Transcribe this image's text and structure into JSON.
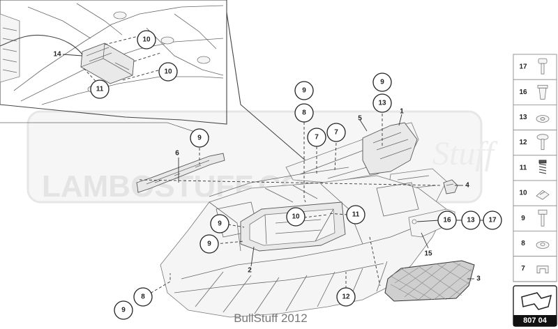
{
  "callouts": {
    "c10_inset_top": "10",
    "c14_inset": "14",
    "c10_inset_bottom": "10",
    "c11_inset": "11",
    "c9_left_upper": "9",
    "c6": "6",
    "c9_mid_left": "9",
    "c8_mid": "8",
    "c7_a": "7",
    "c7_b": "7",
    "c9_right": "9",
    "c13_right": "13",
    "c5": "5",
    "c1": "1",
    "c4": "4",
    "c10_lower": "10",
    "c11_lower": "11",
    "c9_lower_left_a": "9",
    "c9_lower_left_b": "9",
    "c16": "16",
    "c13_lower": "13",
    "c17_lower": "17",
    "c15": "15",
    "c2": "2",
    "c3": "3",
    "c12": "12",
    "c8_bottom": "8",
    "c9_bottom": "9"
  },
  "legend": {
    "items": [
      "17",
      "16",
      "13",
      "12",
      "11",
      "10",
      "9",
      "8",
      "7"
    ]
  },
  "ref_box": {
    "label": "807 04"
  },
  "watermark": {
    "brand": "LAMBOSTUFF.COM",
    "stuff": "Stuff"
  },
  "credit": "BullStuff 2012"
}
